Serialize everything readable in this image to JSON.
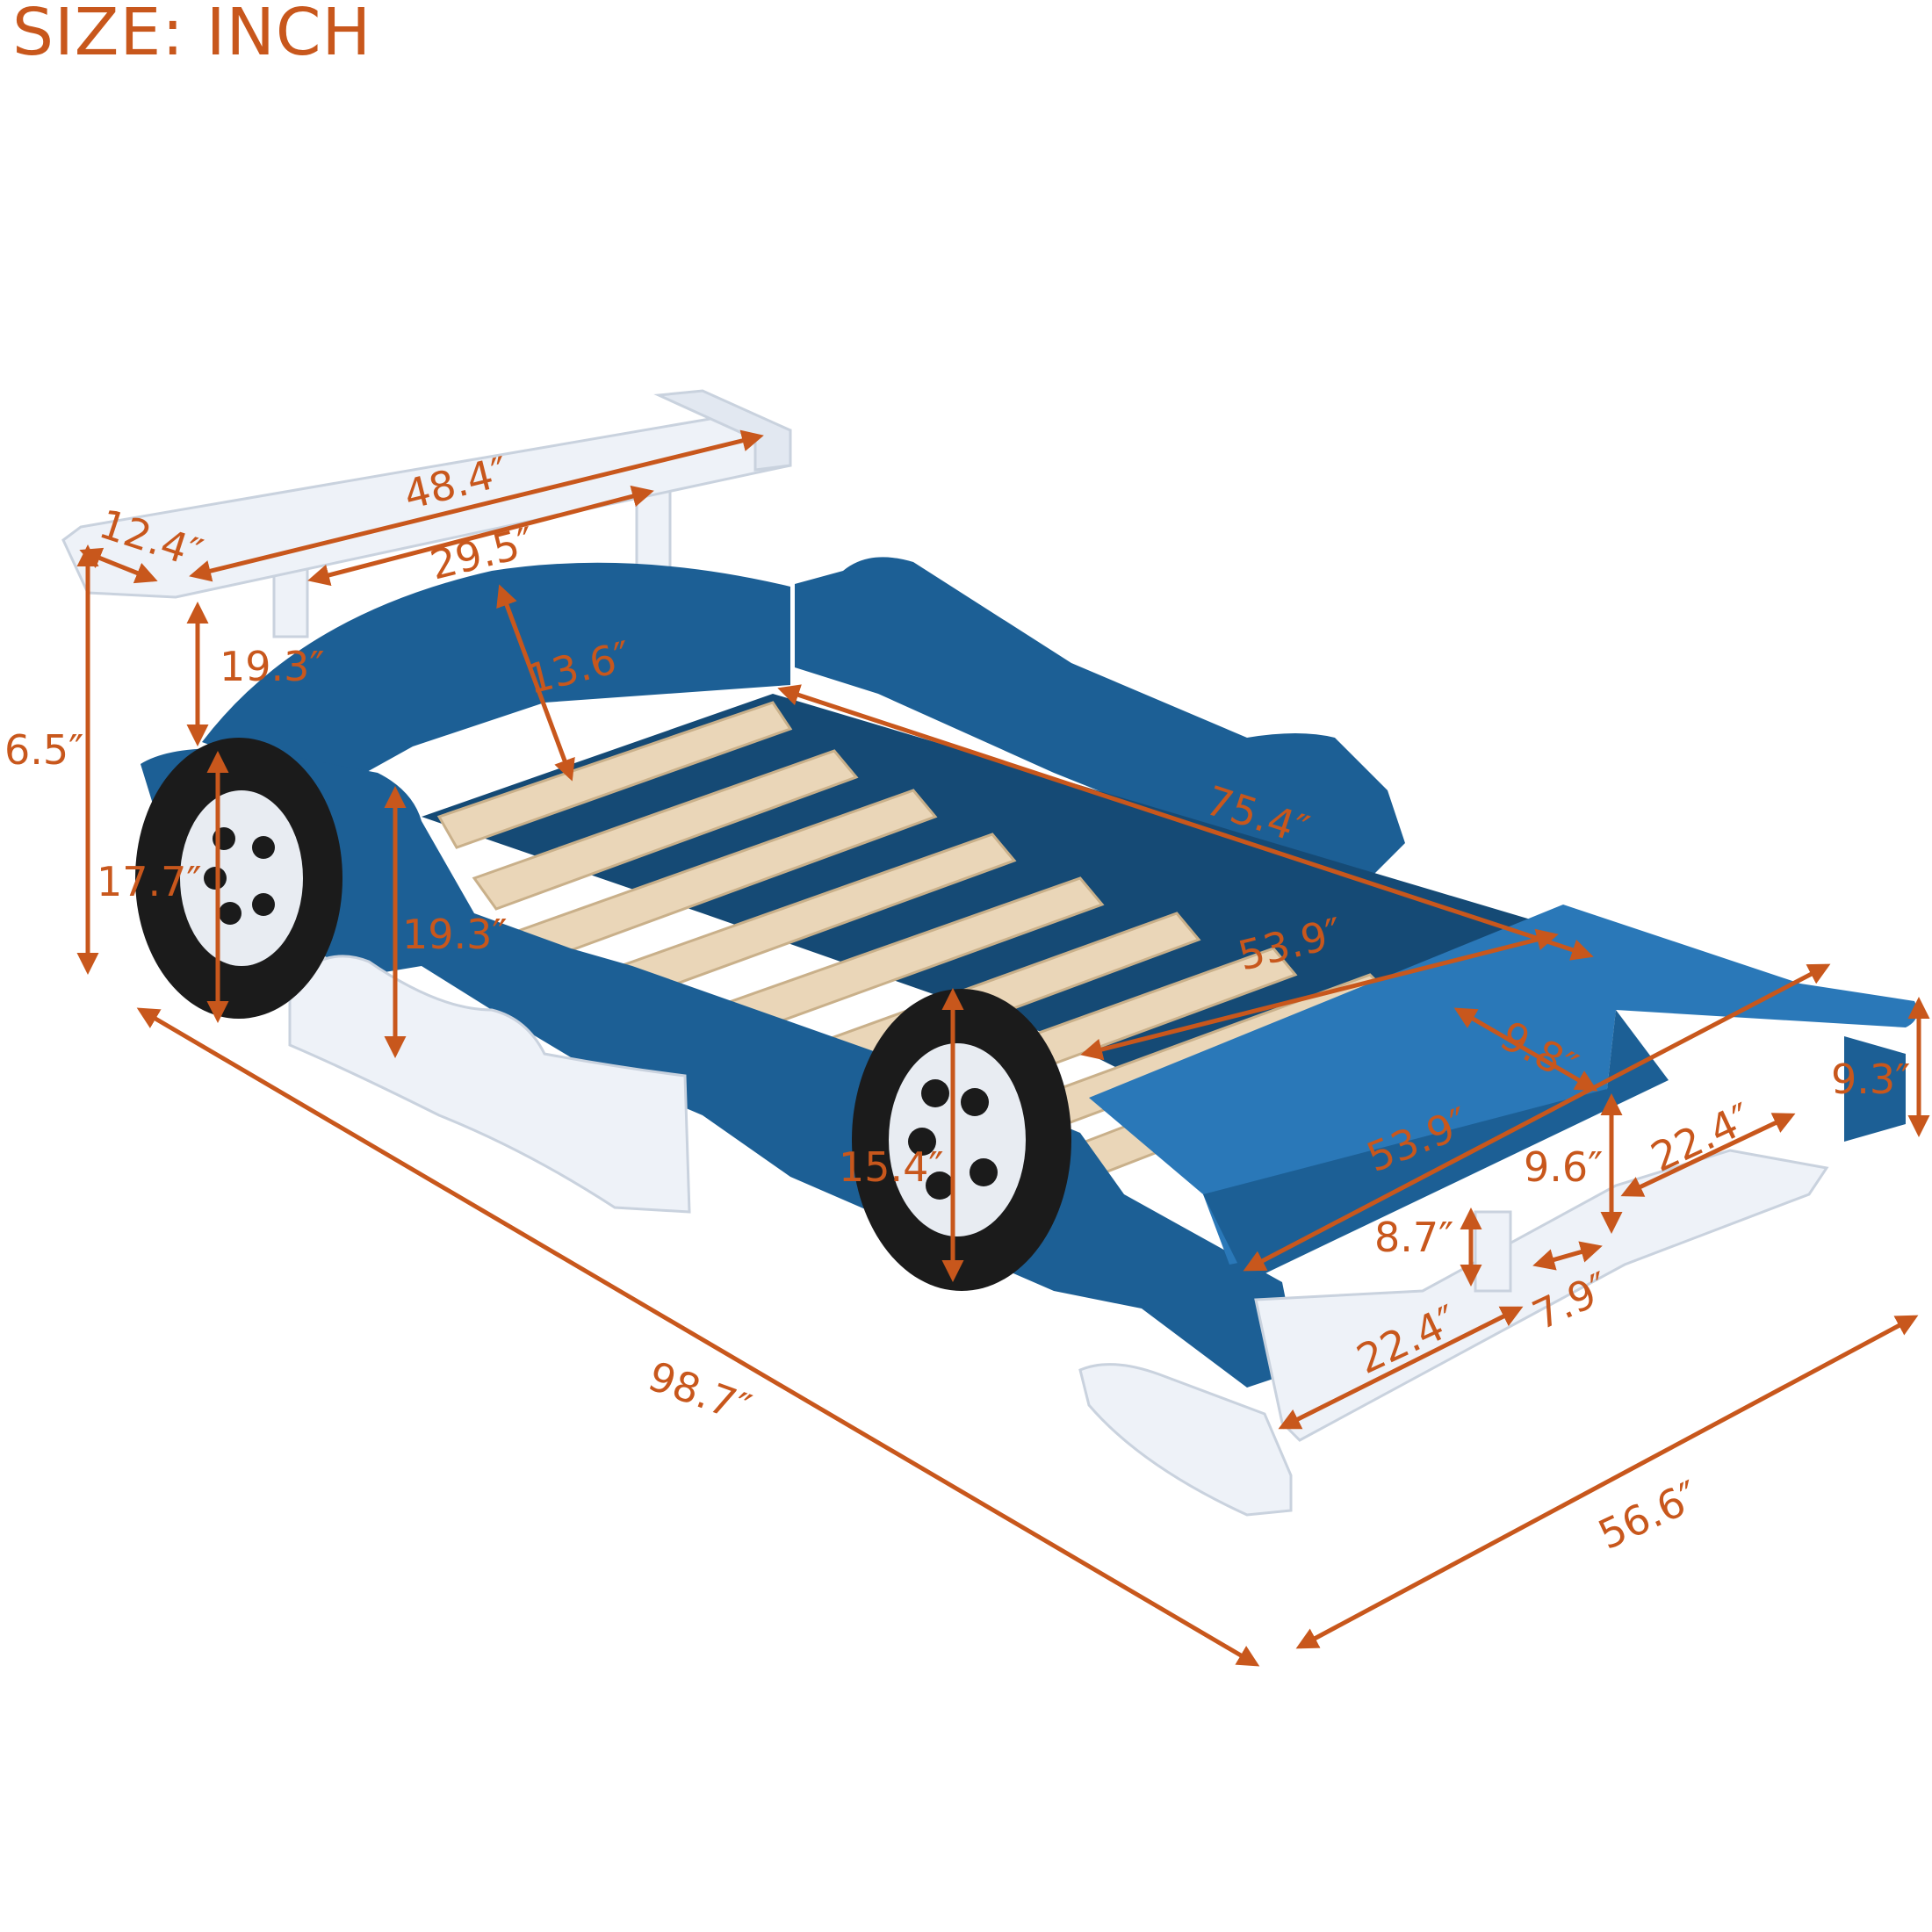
{
  "title": "SIZE: INCH",
  "colors": {
    "annotation": "#c8571c",
    "body_blue": "#1c5f95",
    "body_blue_light": "#2a78b8",
    "body_blue_dark": "#154a75",
    "white_trim": "#eef2f8",
    "tire": "#1b1b1b",
    "hub": "#e8ecf2",
    "slat": "#ead6b8",
    "slat_edge": "#c9b08a"
  },
  "dimensions": {
    "spoiler_depth": "12.4″",
    "spoiler_length": "48.4″",
    "spoiler_inner": "29.5″",
    "spoiler_post_height": "19.3″",
    "overall_rear_height": "6.5″",
    "rear_wheel_diameter": "17.7″",
    "side_panel_height": "19.3″",
    "headboard_height": "13.6″",
    "slat_length": "75.4″",
    "inner_width": "53.9″",
    "front_panel_width": "53.9″",
    "front_panel_depth": "9.8″",
    "front_height": "9.3″",
    "front_wing_depth_right": "22.4″",
    "front_wing_post": "9.6″",
    "front_wing_gap": "7.9″",
    "front_wing_lift": "8.7″",
    "front_wing_depth_left": "22.4″",
    "front_wheel_diameter": "15.4″",
    "overall_length": "98.7″",
    "overall_width": "56.6″"
  }
}
